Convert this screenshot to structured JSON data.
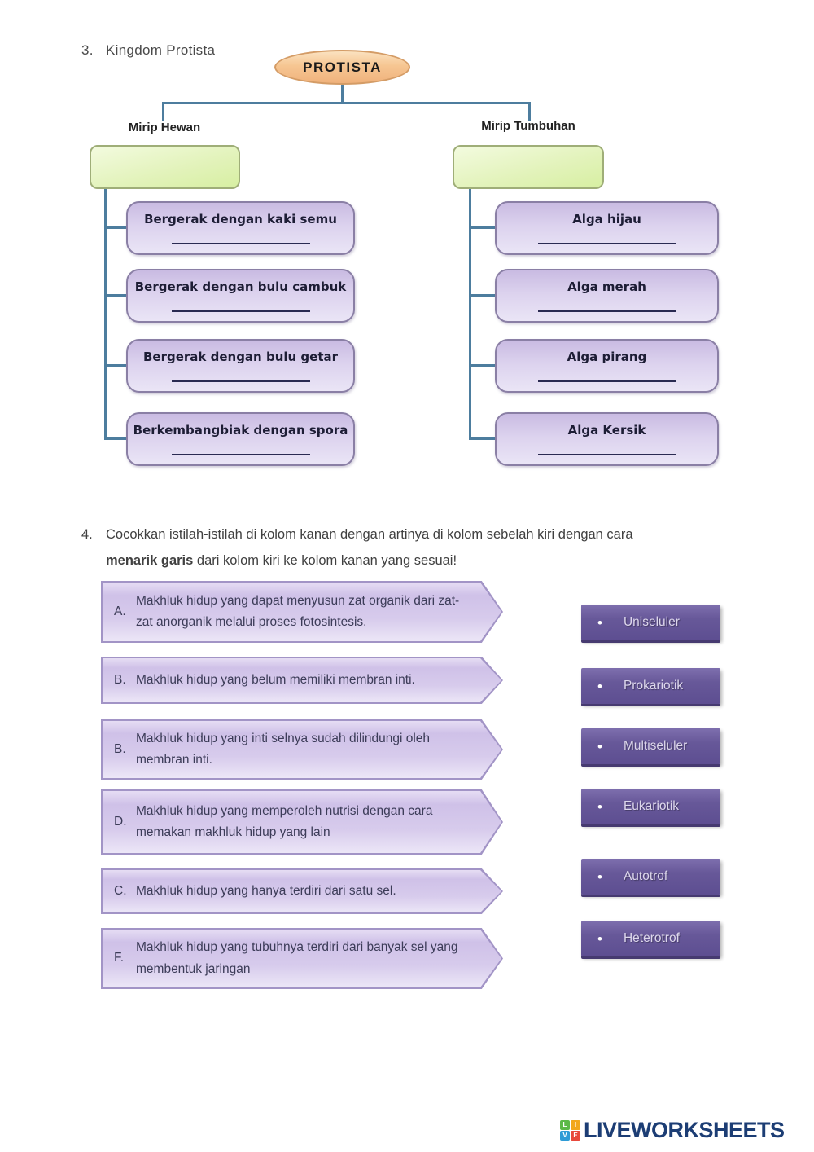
{
  "colors": {
    "connector_blue": "#4d7d9e",
    "root_node_orange": "#f5c08d",
    "branch_box_green": "#ddf0ab",
    "feature_box_purple": "#d3c6ea",
    "term_button_purple": "#63539b",
    "logo_navy": "#1c3d74"
  },
  "section3": {
    "number": "3.",
    "title": "Kingdom Protista",
    "root_label": "PROTISTA",
    "left_branch": {
      "label": "Mirip Hewan",
      "items": [
        "Bergerak dengan kaki semu",
        "Bergerak dengan bulu cambuk",
        "Bergerak dengan bulu getar",
        "Berkembangbiak dengan spora"
      ]
    },
    "right_branch": {
      "label": "Mirip Tumbuhan",
      "items": [
        "Alga hijau",
        "Alga merah",
        "Alga pirang",
        "Alga Kersik"
      ]
    }
  },
  "section4": {
    "number": "4.",
    "instruction": {
      "line1": "Cocokkan istilah-istilah di kolom kanan dengan artinya di kolom sebelah kiri dengan cara",
      "line2_bold": "menarik garis",
      "line2_rest": " dari kolom kiri ke kolom kanan yang sesuai!"
    },
    "definitions": [
      {
        "letter": "A.",
        "text": "Makhluk hidup yang dapat menyusun zat organik dari zat-zat anorganik melalui proses fotosintesis."
      },
      {
        "letter": "B.",
        "text": "Makhluk hidup yang belum memiliki membran inti."
      },
      {
        "letter": "B.",
        "text": "Makhluk hidup yang inti selnya sudah dilindungi oleh membran inti."
      },
      {
        "letter": "D.",
        "text": "Makhluk hidup yang memperoleh nutrisi dengan cara memakan makhluk hidup yang lain"
      },
      {
        "letter": "C.",
        "text": "Makhluk hidup yang hanya terdiri dari satu sel."
      },
      {
        "letter": "F.",
        "text": "Makhluk hidup yang tubuhnya terdiri dari banyak sel yang membentuk jaringan"
      }
    ],
    "terms": [
      {
        "bullet": "•",
        "label": "Uniseluler"
      },
      {
        "bullet": "•",
        "label": "Prokariotik"
      },
      {
        "bullet": "•",
        "label": "Multiseluler"
      },
      {
        "bullet": "•",
        "label": "Eukariotik"
      },
      {
        "bullet": "•",
        "label": "Autotrof"
      },
      {
        "bullet": "•",
        "label": "Heterotrof"
      }
    ]
  },
  "footer": {
    "logo_squares": [
      {
        "letter": "L",
        "color": "#5cb947"
      },
      {
        "letter": "I",
        "color": "#f2a71b"
      },
      {
        "letter": "V",
        "color": "#2e9bd6"
      },
      {
        "letter": "E",
        "color": "#e8483c"
      }
    ],
    "logo_text": "LIVEWORKSHEETS"
  }
}
